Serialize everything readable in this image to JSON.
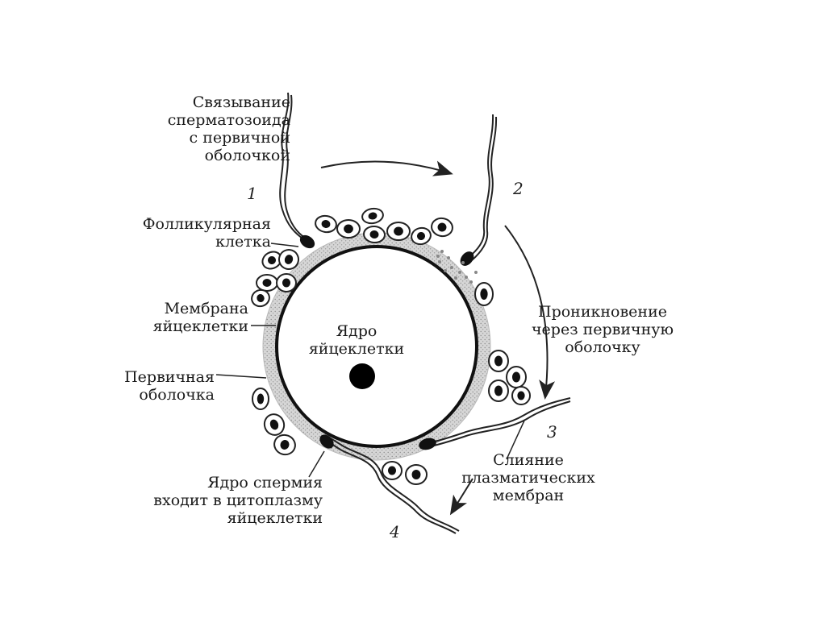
{
  "labels": {
    "binding": "Связывание\nсперматозоида\nс первичной\nоболочкой",
    "follicular_cell": "Фолликулярная\nклетка",
    "egg_membrane": "Мембрана\nяйцеклетки",
    "primary_envelope": "Первичная\nоболочка",
    "egg_nucleus": "Ядро\nяйцеклетки",
    "penetration": "Проникновение\nчерез первичную\nоболочку",
    "fusion": "Слияние\nплазматических\nмембран",
    "sperm_nucleus_enters": "Ядро спермия\nвходит в цитоплазму\nяйцеклетки"
  },
  "steps": [
    "1",
    "2",
    "3",
    "4"
  ]
}
